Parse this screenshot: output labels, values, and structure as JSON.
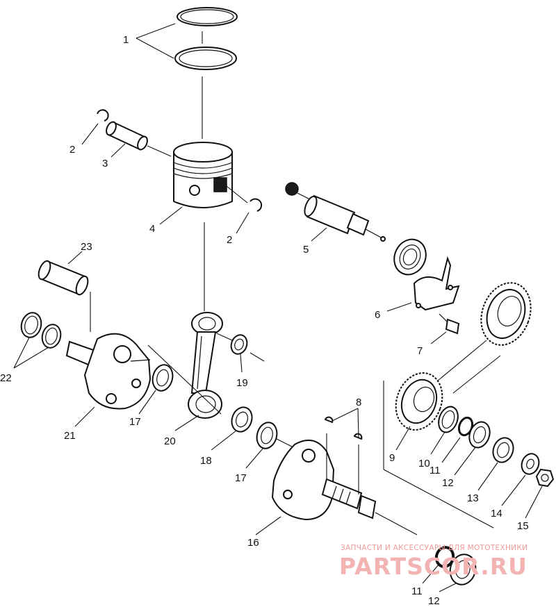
{
  "callouts": [
    {
      "id": "c1",
      "text": "1"
    },
    {
      "id": "c2a",
      "text": "2"
    },
    {
      "id": "c3",
      "text": "3"
    },
    {
      "id": "c4",
      "text": "4"
    },
    {
      "id": "c2b",
      "text": "2"
    },
    {
      "id": "c5",
      "text": "5"
    },
    {
      "id": "c6",
      "text": "6"
    },
    {
      "id": "c7",
      "text": "7"
    },
    {
      "id": "c23",
      "text": "23"
    },
    {
      "id": "c22",
      "text": "22"
    },
    {
      "id": "c21",
      "text": "21"
    },
    {
      "id": "c17a",
      "text": "17"
    },
    {
      "id": "c20",
      "text": "20"
    },
    {
      "id": "c19",
      "text": "19"
    },
    {
      "id": "c18",
      "text": "18"
    },
    {
      "id": "c17b",
      "text": "17"
    },
    {
      "id": "c8",
      "text": "8"
    },
    {
      "id": "c9",
      "text": "9"
    },
    {
      "id": "c10",
      "text": "10"
    },
    {
      "id": "c11a",
      "text": "11"
    },
    {
      "id": "c12a",
      "text": "12"
    },
    {
      "id": "c13",
      "text": "13"
    },
    {
      "id": "c14",
      "text": "14"
    },
    {
      "id": "c15",
      "text": "15"
    },
    {
      "id": "c16",
      "text": "16"
    },
    {
      "id": "c11b",
      "text": "11"
    },
    {
      "id": "c12b",
      "text": "12"
    }
  ],
  "watermark": {
    "tagline": "ЗАПЧАСТИ И АКСЕССУАРЫ ДЛЯ МОТОТЕХНИКИ",
    "brand": "PARTSCOR.RU",
    "color": "#f3b3b3"
  }
}
